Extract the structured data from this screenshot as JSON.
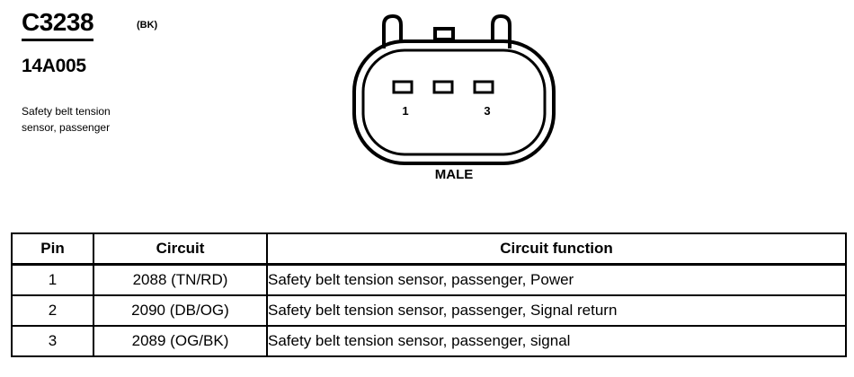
{
  "connector": {
    "id": "C3238",
    "color_code": "(BK)",
    "part_number": "14A005",
    "description_lines": [
      "Safety belt tension",
      "sensor, passenger"
    ],
    "gender": "MALE",
    "face_pin_labels": [
      "1",
      "3"
    ]
  },
  "table": {
    "headers": [
      "Pin",
      "Circuit",
      "Circuit function"
    ],
    "rows": [
      {
        "pin": "1",
        "circuit": "2088 (TN/RD)",
        "function": "Safety belt tension sensor, passenger, Power"
      },
      {
        "pin": "2",
        "circuit": "2090 (DB/OG)",
        "function": "Safety belt tension sensor, passenger, Signal return"
      },
      {
        "pin": "3",
        "circuit": "2089 (OG/BK)",
        "function": "Safety belt tension sensor, passenger, signal"
      }
    ]
  }
}
